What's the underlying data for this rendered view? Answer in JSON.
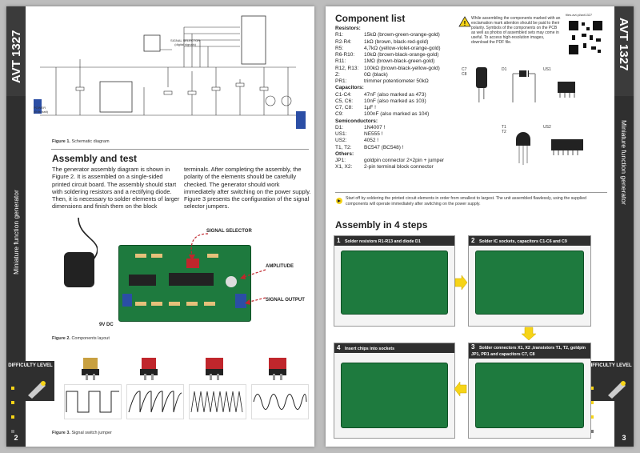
{
  "left_page": {
    "band_code": "AVT 1327",
    "band_title": "Miniature function generator",
    "difficulty_label": "DIFFICULTY LEVEL",
    "page_number": "2",
    "figure1_caption_bold": "Figure 1.",
    "figure1_caption": "Schematic diagram",
    "schematic_labels": {
      "signal_selector": "SIGNAL SELECTOR",
      "signal_selector_sub": "(digital signals)",
      "power": "POWER",
      "power_sub": "(9 ds batt)"
    },
    "assembly_heading": "Assembly and test",
    "assembly_col1": "The generator assembly diagram is shown in Figure 2. It is assembled on a single-sided printed circuit board. The assembly should start with soldering resistors and a rectifying diode. Then, it is necessary to solder elements of larger dimensions and finish them on the block",
    "assembly_col2": "terminals. After completing the assembly, the polarity of the elements should be carefully checked. The generator should work immediately after switching on the power supply. Figure 3 presents the configuration of the signal selector jumpers.",
    "fig2_labels": {
      "signal_selector": "SIGNAL SELECTOR",
      "amplitude": "AMPLITUDE",
      "signal_output": "SIGNAL OUTPUT",
      "power": "9V DC"
    },
    "figure2_caption_bold": "Figure 2.",
    "figure2_caption": "Components layout",
    "figure3_caption_bold": "Figure 3.",
    "figure3_caption": "Signal switch jumper"
  },
  "right_page": {
    "band_code": "AVT 1327",
    "band_title": "Miniature function generator",
    "difficulty_label": "DIFFICULTY LEVEL",
    "page_number": "3",
    "component_list_heading": "Component list",
    "warning_note": "While assembling the components marked with an exclamation mark attention should be paid to their polarity. Symbols of the components on the PCB as well as photos of assembled sets may come in useful. To access high-resolution images, download the PDF file.",
    "qr_caption": "files.avt.pl/avt1327",
    "groups": [
      {
        "title": "Resistors:",
        "rows": [
          {
            "k": "R1:",
            "v": "15kΩ (brown-green-orange-gold)"
          },
          {
            "k": "R2-R4:",
            "v": "1kΩ (brown, black-red-gold)"
          },
          {
            "k": "R5:",
            "v": "4,7kΩ (yellow-violet-orange-gold)"
          },
          {
            "k": "R6-R10:",
            "v": "10kΩ (brown-black-orange-gold)"
          },
          {
            "k": "R11:",
            "v": "1MΩ (brown-black-green-gold)"
          },
          {
            "k": "R12, R13:",
            "v": "100kΩ (brown-black-yellow-gold)"
          },
          {
            "k": "Z:",
            "v": "0Ω (black)"
          },
          {
            "k": "PR1:",
            "v": "trimmer potentiometer 50kΩ"
          }
        ]
      },
      {
        "title": "Capacitors:",
        "rows": [
          {
            "k": "C1-C4:",
            "v": "47nF (also marked as 473)"
          },
          {
            "k": "C5, C6:",
            "v": "10nF (also marked as 103)"
          },
          {
            "k": "C7, C8:",
            "v": "1µF !"
          },
          {
            "k": "C9:",
            "v": "100nF (also marked as 104)"
          }
        ]
      },
      {
        "title": "Semiconductors:",
        "rows": [
          {
            "k": "D1:",
            "v": "1N4007 !"
          },
          {
            "k": "US1:",
            "v": "NE555 !"
          },
          {
            "k": "US2:",
            "v": "4052 !"
          },
          {
            "k": "T1, T2:",
            "v": "BC547 (BC548) !"
          }
        ]
      },
      {
        "title": "Others:",
        "rows": [
          {
            "k": "JP1:",
            "v": "goldpin connector 2×2pin + jumper"
          },
          {
            "k": "X1, X2:",
            "v": "2-pin terminal block connector"
          }
        ]
      }
    ],
    "part_labels": {
      "c": "C7\nC8",
      "d": "D1",
      "us1": "US1",
      "t": "T1\nT2",
      "us2": "US2"
    },
    "start_note": "Start off by soldering the printed circuit elements in order from smallest to largest. The unit assembled flawlessly, using the supplied components will operate immediately after switching on the power supply.",
    "steps_heading": "Assembly in 4 steps",
    "steps": [
      {
        "n": "1",
        "text": "Solder resistors R1-R13 and diode D1"
      },
      {
        "n": "2",
        "text": "Solder IC sockets, capacitors C1-C6 and C9"
      },
      {
        "n": "3",
        "text": "Solder connectors X1, X2 ,transistors T1, T2, goldpin JP1, PR1 and capacitors C7, C8"
      },
      {
        "n": "4",
        "text": "Insert chips into sockets"
      }
    ]
  },
  "colors": {
    "band": "#2f2f2f",
    "accent_yellow": "#f6d417",
    "pcb_green": "#1e7a3e",
    "arrow_red": "#c0262c"
  }
}
